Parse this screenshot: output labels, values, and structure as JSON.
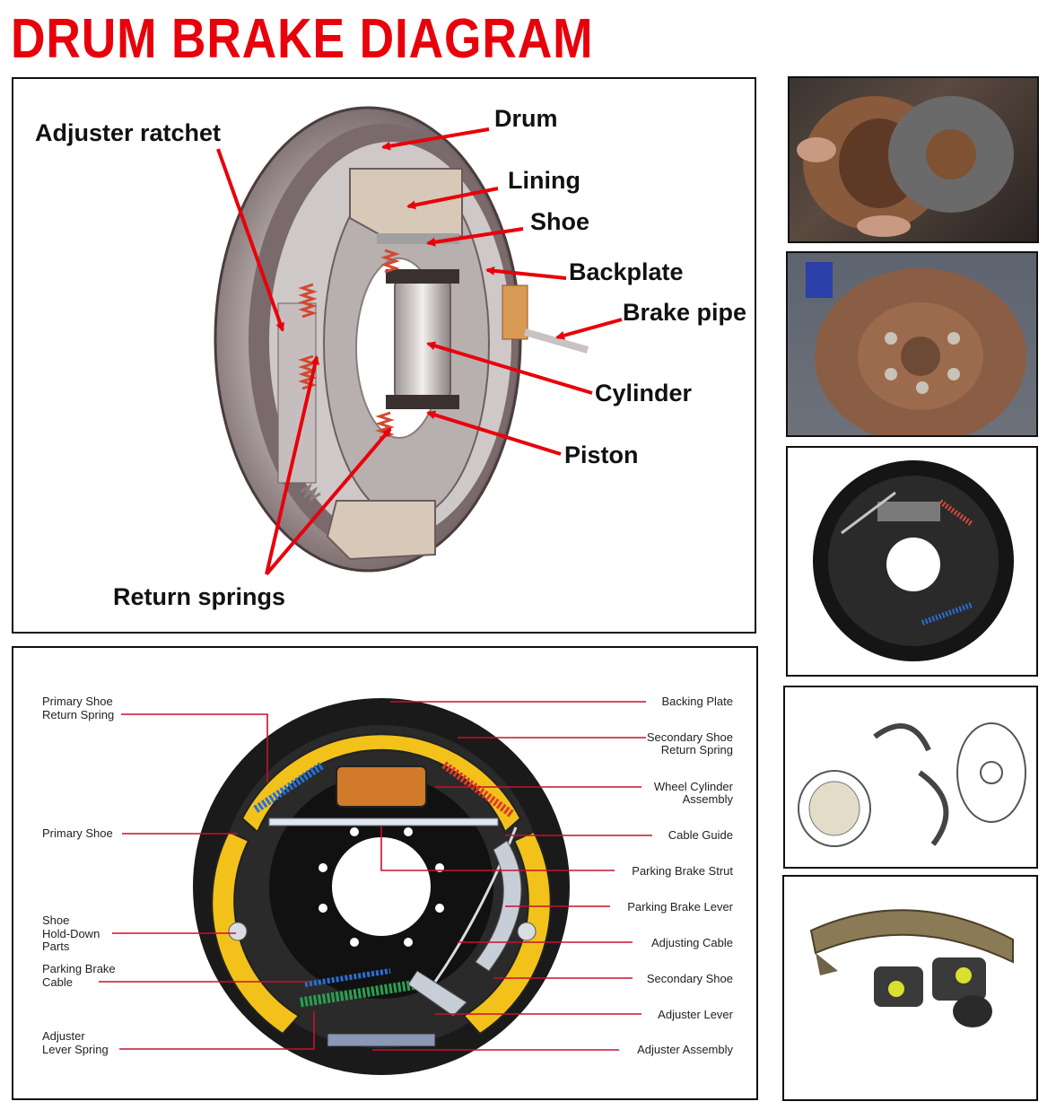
{
  "title": "DRUM BRAKE DIAGRAM",
  "top_diagram": {
    "labels": {
      "adjuster_ratchet": "Adjuster ratchet",
      "drum": "Drum",
      "lining": "Lining",
      "shoe": "Shoe",
      "backplate": "Backplate",
      "brake_pipe": "Brake pipe",
      "cylinder": "Cylinder",
      "piston": "Piston",
      "return_springs": "Return springs"
    },
    "arrow_color": "#e8000b"
  },
  "bottom_diagram": {
    "left_labels": {
      "primary_shoe_return_spring_1": "Primary Shoe",
      "primary_shoe_return_spring_2": "Return Spring",
      "primary_shoe": "Primary Shoe",
      "shoe_hold_down_1": "Shoe",
      "shoe_hold_down_2": "Hold-Down",
      "shoe_hold_down_3": "Parts",
      "parking_brake_cable_1": "Parking Brake",
      "parking_brake_cable_2": "Cable",
      "adjuster_lever_spring_1": "Adjuster",
      "adjuster_lever_spring_2": "Lever Spring"
    },
    "right_labels": {
      "backing_plate": "Backing Plate",
      "secondary_shoe_return_spring_1": "Secondary Shoe",
      "secondary_shoe_return_spring_2": "Return Spring",
      "wheel_cylinder_assembly_1": "Wheel Cylinder",
      "wheel_cylinder_assembly_2": "Assembly",
      "cable_guide": "Cable Guide",
      "parking_brake_strut": "Parking Brake Strut",
      "parking_brake_lever": "Parking Brake Lever",
      "adjusting_cable": "Adjusting Cable",
      "secondary_shoe": "Secondary Shoe",
      "adjuster_lever": "Adjuster Lever",
      "adjuster_assembly": "Adjuster Assembly"
    },
    "leader_color": "#c8102e",
    "shoe_color": "#f2c21b",
    "plate_color": "#1a1a1a"
  }
}
